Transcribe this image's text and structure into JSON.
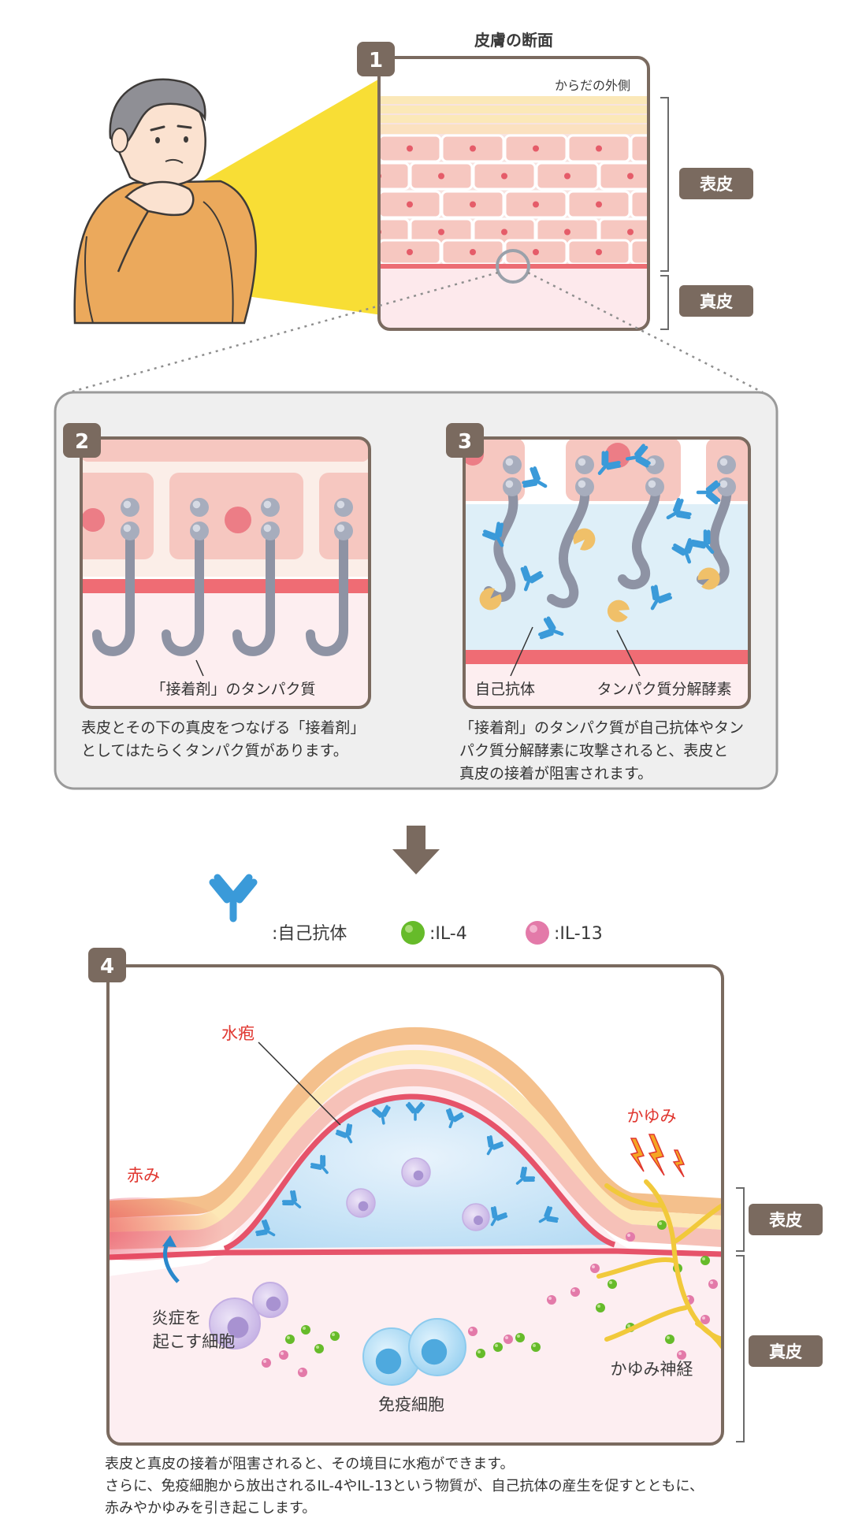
{
  "panel1": {
    "number": "1",
    "title": "皮膚の断面",
    "outside_label": "からだの外側",
    "epidermis_tag": "表皮",
    "dermis_tag": "真皮"
  },
  "panel2": {
    "number": "2",
    "protein_label": "「接着剤」のタンパク質",
    "caption_lines": [
      "表皮とその下の真皮をつなげる「接着剤」",
      "としてはたらくタンパク質があります。"
    ]
  },
  "panel3": {
    "number": "3",
    "autoantibody_label": "自己抗体",
    "enzyme_label": "タンパク質分解酵素",
    "caption_lines": [
      "「接着剤」のタンパク質が自己抗体やタン",
      "パク質分解酵素に攻撃されると、表皮と",
      "真皮の接着が阻害されます。"
    ]
  },
  "legend": {
    "autoantibody": ":自己抗体",
    "il4": ":IL-4",
    "il13": ":IL-13"
  },
  "panel4": {
    "number": "4",
    "blister": "水疱",
    "redness": "赤み",
    "itch": "かゆみ",
    "inflam_line1": "炎症を",
    "inflam_line2": "起こす細胞",
    "immune": "免疫細胞",
    "nerve": "かゆみ神経",
    "epidermis_tag": "表皮",
    "dermis_tag": "真皮"
  },
  "bottom_caption": [
    "表皮と真皮の接着が阻害されると、その境目に水疱ができます。",
    "さらに、免疫細胞から放出されるIL-4やIL-13という物質が、自己抗体の産生を促すとともに、",
    "赤みやかゆみを引き起こします。"
  ],
  "colors": {
    "frame": "#7a6a5f",
    "tag_bg": "#7a6a5f",
    "antibody": "#3a9ad9",
    "il4": "#66bb2a",
    "il13": "#e37aa9",
    "alert_red": "#e0362f"
  }
}
